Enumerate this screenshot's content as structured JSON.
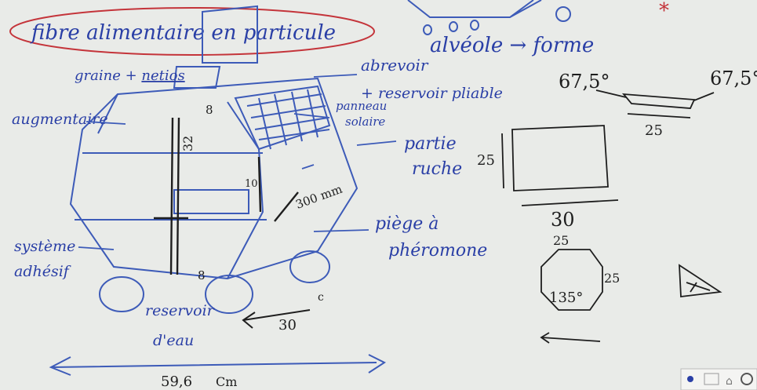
{
  "title": "fibre alimentaire en particule",
  "labels": {
    "graine": "graine + ",
    "netios": "netios",
    "abrevoir_1": "abrevoir",
    "abrevoir_2": "+ reservoir pliable",
    "panneau": "panneau",
    "solaire": "solaire",
    "augmentaire": "augmentaire",
    "partie": "partie",
    "ruche": "ruche",
    "piege": "piège à",
    "pheromone": "phéromone",
    "systeme": "système",
    "adhesif": "adhésif",
    "reservoir": "reservoir",
    "deau": "d'eau",
    "total": "59,6",
    "unit": "Cm",
    "alveole": "alvéole → forme",
    "mm300": "300 mm"
  },
  "dimensions": {
    "d8_top": "8",
    "d8_bottom": "8",
    "d32": "32",
    "d10": "10",
    "d30_bottom": "30",
    "c": "c",
    "angle1": "67,5°",
    "angle2": "67,5°",
    "d25_trap": "25",
    "d25_rect": "25",
    "d30_rect": "30",
    "d25_oct_top": "25",
    "d25_oct_side": "25",
    "angle_oct": "135°"
  },
  "colors": {
    "board": "#e9ebe8",
    "ink_blue": "#2a3fa6",
    "ink_black": "#1e1e1e",
    "ink_red": "#c4343a",
    "sketch_line": "#3d5bb8"
  }
}
